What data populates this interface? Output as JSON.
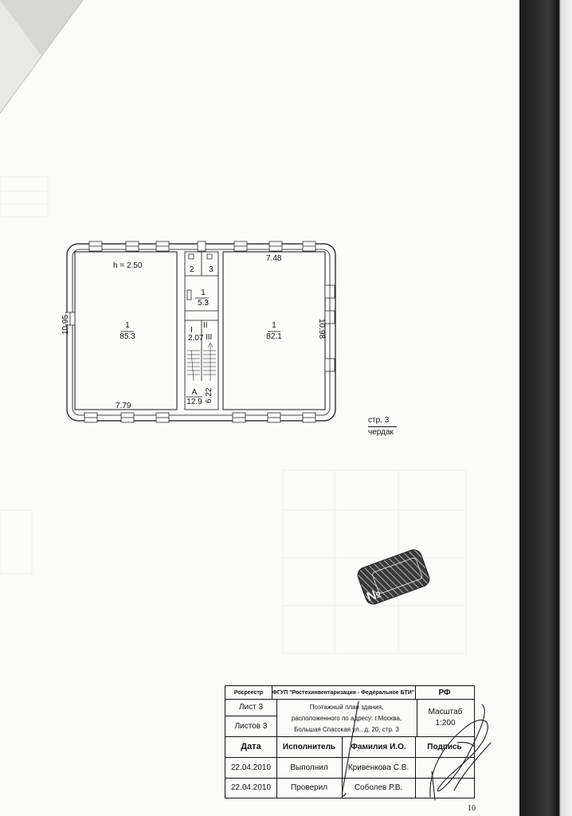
{
  "plan": {
    "height_label": "h = 2.50",
    "rooms": [
      {
        "number": "1",
        "area": "85.3"
      },
      {
        "number": "1",
        "area": "5.3"
      },
      {
        "number": "1",
        "area": "82.1"
      },
      {
        "number": "2",
        "area": ""
      },
      {
        "number": "3",
        "area": ""
      },
      {
        "number": "A",
        "area": "12.9"
      }
    ],
    "roman": {
      "i": "I",
      "ii": "II",
      "iii": "III"
    },
    "stair_width": "2.07",
    "dims": {
      "left_height": "10.95",
      "left_bottom": "7.79",
      "right_top": "7.48",
      "right_height": "10.98",
      "stair_len": "6.22"
    }
  },
  "caption": {
    "building": "стр. 3",
    "floor": "чердак"
  },
  "stamp": {
    "symbol": "№"
  },
  "title_block": {
    "org_left": "Росреестр",
    "org_mid": "ФГУП \"Ростехинвентаризация - Федеральное БТИ\"",
    "org_right": "РФ",
    "sheet": "Лист 3",
    "sheets": "Листов 3",
    "title_line1": "Поэтажный план здания,",
    "title_line2": "расположенного по адресу:  г.Москва,",
    "title_line3": "Большая Спасская ул., д. 20, стр. 3",
    "scale_label": "Масштаб",
    "scale_value": "1:200",
    "hdr_date": "Дата",
    "hdr_exec": "Исполнитель",
    "hdr_name": "Фамилия И.О.",
    "hdr_sign": "Подпись",
    "row1_date": "22.04.2010",
    "row1_role": "Выполнил",
    "row1_name": "Кривенкова С.В.",
    "row2_date": "22.04.2010",
    "row2_role": "Проверил",
    "row2_name": "Соболев Р.В."
  },
  "page_number": "10"
}
